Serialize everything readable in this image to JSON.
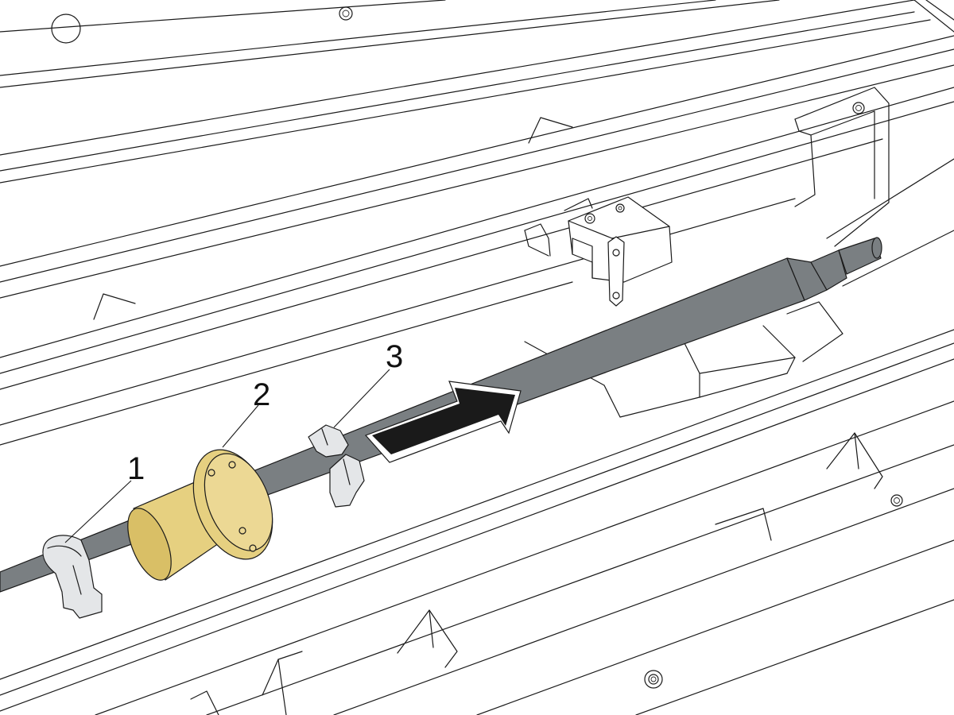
{
  "callouts": [
    {
      "id": "1",
      "label": "1"
    },
    {
      "id": "2",
      "label": "2"
    },
    {
      "id": "3",
      "label": "3"
    }
  ],
  "colors": {
    "shaft": "#7a7f82",
    "nut": "#e6d080",
    "clip": "#e4e6e8",
    "arrow": "#1a1a1a",
    "line": "#1a1a1a"
  },
  "icons": {
    "direction": "arrow-right-icon"
  }
}
